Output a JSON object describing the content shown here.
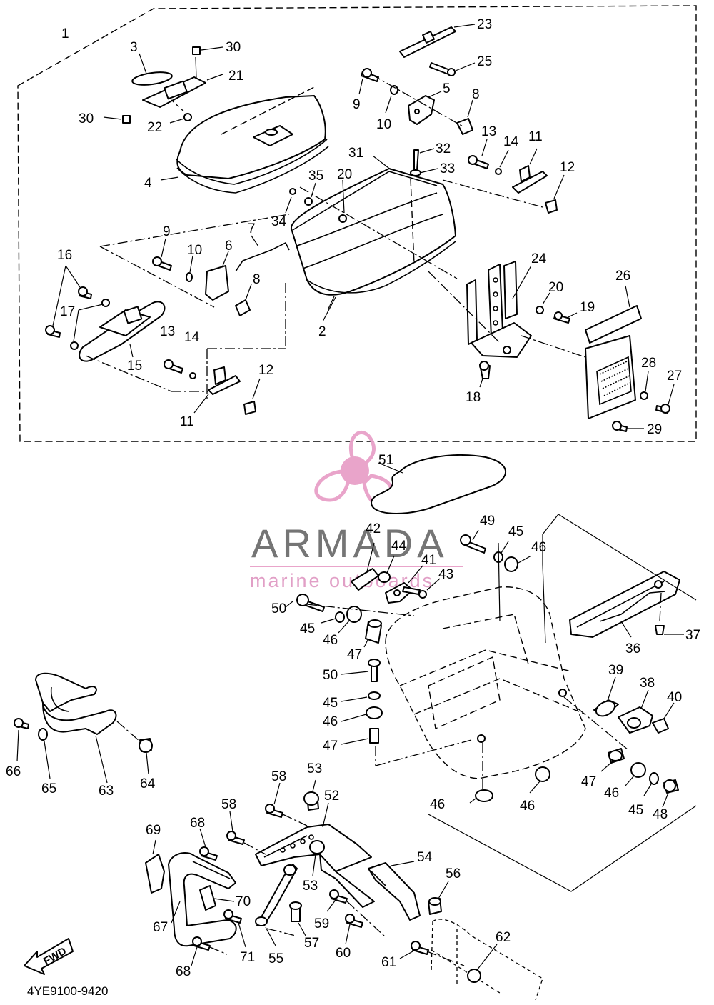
{
  "diagram_code": "4YE9100-9420",
  "watermark": {
    "brand": "ARMADA",
    "tagline": "marine outboards",
    "logo_color": "#e8a0c8",
    "text_color": "#6e6e6e"
  },
  "fwd_arrow_label": "FWD",
  "callouts": [
    {
      "id": "c1",
      "label": "1"
    },
    {
      "id": "c2",
      "label": "2"
    },
    {
      "id": "c3",
      "label": "3"
    },
    {
      "id": "c4",
      "label": "4"
    },
    {
      "id": "c5",
      "label": "5"
    },
    {
      "id": "c6",
      "label": "6"
    },
    {
      "id": "c7",
      "label": "7"
    },
    {
      "id": "c8a",
      "label": "8"
    },
    {
      "id": "c8b",
      "label": "8"
    },
    {
      "id": "c9a",
      "label": "9"
    },
    {
      "id": "c9b",
      "label": "9"
    },
    {
      "id": "c10a",
      "label": "10"
    },
    {
      "id": "c10b",
      "label": "10"
    },
    {
      "id": "c11a",
      "label": "11"
    },
    {
      "id": "c11b",
      "label": "11"
    },
    {
      "id": "c12a",
      "label": "12"
    },
    {
      "id": "c12b",
      "label": "12"
    },
    {
      "id": "c13a",
      "label": "13"
    },
    {
      "id": "c13b",
      "label": "13"
    },
    {
      "id": "c14a",
      "label": "14"
    },
    {
      "id": "c14b",
      "label": "14"
    },
    {
      "id": "c15",
      "label": "15"
    },
    {
      "id": "c16",
      "label": "16"
    },
    {
      "id": "c17",
      "label": "17"
    },
    {
      "id": "c18",
      "label": "18"
    },
    {
      "id": "c19",
      "label": "19"
    },
    {
      "id": "c20a",
      "label": "20"
    },
    {
      "id": "c20b",
      "label": "20"
    },
    {
      "id": "c21",
      "label": "21"
    },
    {
      "id": "c22",
      "label": "22"
    },
    {
      "id": "c23",
      "label": "23"
    },
    {
      "id": "c24",
      "label": "24"
    },
    {
      "id": "c25",
      "label": "25"
    },
    {
      "id": "c26",
      "label": "26"
    },
    {
      "id": "c27",
      "label": "27"
    },
    {
      "id": "c28",
      "label": "28"
    },
    {
      "id": "c29",
      "label": "29"
    },
    {
      "id": "c30a",
      "label": "30"
    },
    {
      "id": "c30b",
      "label": "30"
    },
    {
      "id": "c31",
      "label": "31"
    },
    {
      "id": "c32",
      "label": "32"
    },
    {
      "id": "c33",
      "label": "33"
    },
    {
      "id": "c34",
      "label": "34"
    },
    {
      "id": "c35",
      "label": "35"
    },
    {
      "id": "c36",
      "label": "36"
    },
    {
      "id": "c37",
      "label": "37"
    },
    {
      "id": "c38",
      "label": "38"
    },
    {
      "id": "c39",
      "label": "39"
    },
    {
      "id": "c40",
      "label": "40"
    },
    {
      "id": "c41",
      "label": "41"
    },
    {
      "id": "c42",
      "label": "42"
    },
    {
      "id": "c43",
      "label": "43"
    },
    {
      "id": "c44",
      "label": "44"
    },
    {
      "id": "c45a",
      "label": "45"
    },
    {
      "id": "c45b",
      "label": "45"
    },
    {
      "id": "c45c",
      "label": "45"
    },
    {
      "id": "c45d",
      "label": "45"
    },
    {
      "id": "c46a",
      "label": "46"
    },
    {
      "id": "c46b",
      "label": "46"
    },
    {
      "id": "c46c",
      "label": "46"
    },
    {
      "id": "c46d",
      "label": "46"
    },
    {
      "id": "c46e",
      "label": "46"
    },
    {
      "id": "c46f",
      "label": "46"
    },
    {
      "id": "c47a",
      "label": "47"
    },
    {
      "id": "c47b",
      "label": "47"
    },
    {
      "id": "c47c",
      "label": "47"
    },
    {
      "id": "c48",
      "label": "48"
    },
    {
      "id": "c49",
      "label": "49"
    },
    {
      "id": "c50a",
      "label": "50"
    },
    {
      "id": "c50b",
      "label": "50"
    },
    {
      "id": "c51",
      "label": "51"
    },
    {
      "id": "c52",
      "label": "52"
    },
    {
      "id": "c53a",
      "label": "53"
    },
    {
      "id": "c53b",
      "label": "53"
    },
    {
      "id": "c54",
      "label": "54"
    },
    {
      "id": "c55",
      "label": "55"
    },
    {
      "id": "c56",
      "label": "56"
    },
    {
      "id": "c57",
      "label": "57"
    },
    {
      "id": "c58a",
      "label": "58"
    },
    {
      "id": "c58b",
      "label": "58"
    },
    {
      "id": "c59",
      "label": "59"
    },
    {
      "id": "c60",
      "label": "60"
    },
    {
      "id": "c61",
      "label": "61"
    },
    {
      "id": "c62",
      "label": "62"
    },
    {
      "id": "c63",
      "label": "63"
    },
    {
      "id": "c64",
      "label": "64"
    },
    {
      "id": "c65",
      "label": "65"
    },
    {
      "id": "c66",
      "label": "66"
    },
    {
      "id": "c67",
      "label": "67"
    },
    {
      "id": "c68a",
      "label": "68"
    },
    {
      "id": "c68b",
      "label": "68"
    },
    {
      "id": "c69",
      "label": "69"
    },
    {
      "id": "c70",
      "label": "70"
    },
    {
      "id": "c71",
      "label": "71"
    }
  ]
}
